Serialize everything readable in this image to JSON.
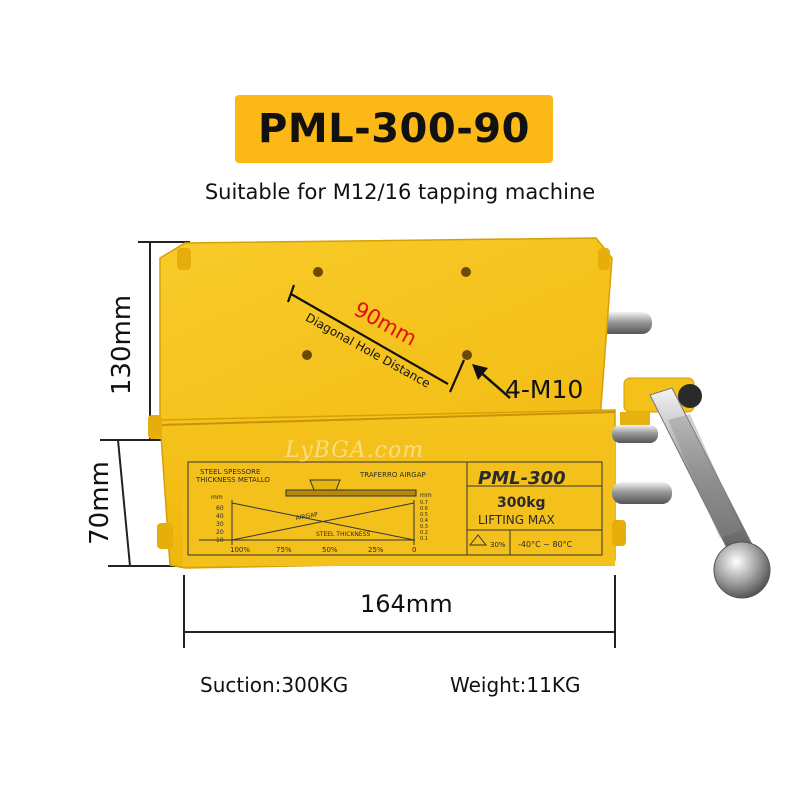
{
  "model_badge": "PML-300-90",
  "subtitle": "Suitable for M12/16 tapping machine",
  "dimensions": {
    "height_top": "130mm",
    "height_side": "70mm",
    "width": "164mm"
  },
  "hole_distance": {
    "value": "90mm",
    "label": "Diagonal Hole Distance"
  },
  "bolt_label": "4-M10",
  "plate": {
    "model": "PML-300",
    "capacity": "300kg",
    "lifting": "LIFTING MAX",
    "temp": "-40°C ~ 80°C",
    "percent": "30%",
    "steel_header": "STEEL    SPESSORE",
    "thickness_header": "THICKNESS METALLO",
    "airgap_header": "TRAFERRO AIRGAP",
    "airgap_axis": "AIRGAP",
    "steel_thickness_axis": "STEEL THICKNESS",
    "mm_left": "mm",
    "mm_right": "mm",
    "y_ticks": [
      "60",
      "40",
      "30",
      "20",
      "10"
    ],
    "r_ticks": [
      "0.7",
      "0.6",
      "0.5",
      "0.4",
      "0.3",
      "0.2",
      "0.1"
    ],
    "x_ticks": [
      "100%",
      "75%",
      "50%",
      "25%",
      "0"
    ]
  },
  "watermark": "LyBGA.com",
  "suction": "Suction:300KG",
  "weight": "Weight:11KG",
  "colors": {
    "badge": "#fbb816",
    "body": "#f7c520",
    "accent_red": "#e01010"
  }
}
